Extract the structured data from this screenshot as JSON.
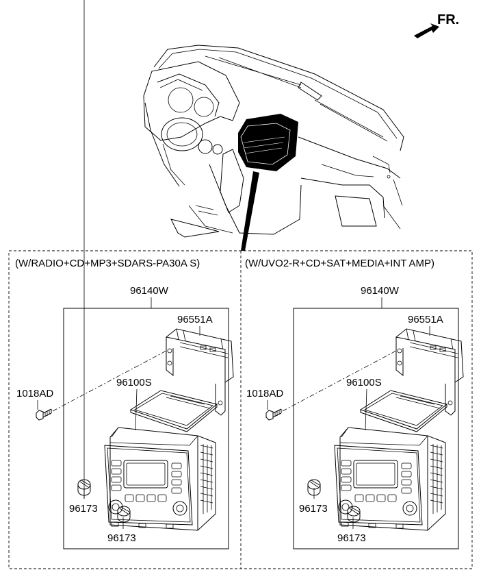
{
  "orientation": {
    "label": "FR."
  },
  "variants": [
    {
      "caption": "(W/RADIO+CD+MP3+SDARS-PA30A S)",
      "parts": {
        "assembly": "96140W",
        "bracket": "96551A",
        "screw": "1018AD",
        "cover": "96100S",
        "knob_left": "96173",
        "knob_right": "96173"
      }
    },
    {
      "caption": "(W/UVO2-R+CD+SAT+MEDIA+INT AMP)",
      "parts": {
        "assembly": "96140W",
        "bracket": "96551A",
        "screw": "1018AD",
        "cover": "96100S",
        "knob_left": "96173",
        "knob_right": "96173"
      }
    }
  ]
}
